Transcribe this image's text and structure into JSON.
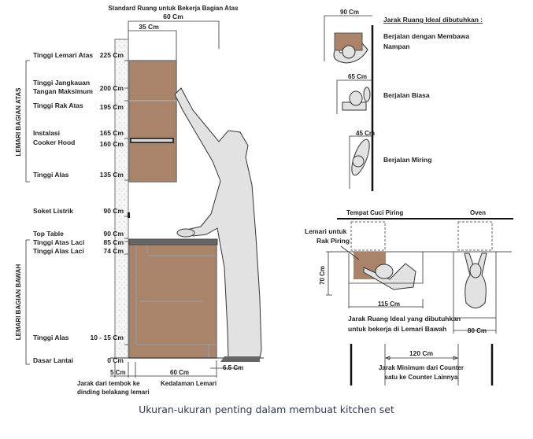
{
  "elevation": {
    "top_title": "Standard Ruang untuk Bekerja Bagian Atas",
    "dim_60_top": "60 Cm",
    "dim_35_top": "35 Cm",
    "upper_group": "LEMARI BAGIAN ATAS",
    "lower_group": "LEMARI BAGIAN BAWAH",
    "levels": [
      {
        "label": "Tinggi Lemari Atas",
        "value": "225 Cm"
      },
      {
        "label": "Tinggi Jangkauan",
        "label2": "Tangan Maksimum",
        "value": "200 Cm"
      },
      {
        "label": "Tinggi Rak Atas",
        "value": "195 Cm"
      },
      {
        "label": "Instalasi",
        "label2": "Cooker Hood",
        "value": "165 Cm",
        "value2": "160 Cm"
      },
      {
        "label": "Tinggi Alas",
        "value": "135 Cm"
      },
      {
        "label": "Soket Listrik",
        "value": "90 Cm"
      },
      {
        "label": "Top Table",
        "value": "90 Cm"
      },
      {
        "label": "Tinggi Atas Laci",
        "value": "85 Cm"
      },
      {
        "label": "Tinggi Alas Laci",
        "value": "74 Cm"
      },
      {
        "label": "Tinggi Alas",
        "value": "10 - 15 Cm"
      },
      {
        "label": "Dasar Lantai",
        "value": "0 Cm"
      }
    ],
    "dim_5": "5 Cm",
    "dim_60_bottom": "60 Cm",
    "dim_6_5": "6.5 Cm",
    "wall_gap_caption": "Jarak dari tembok ke",
    "wall_gap_caption2": "dinding belakang lemari",
    "depth_caption": "Kedalaman Lemari"
  },
  "aisle": {
    "title": "Jarak Ruang Ideal dibutuhkan :",
    "items": [
      {
        "dim": "90 Cm",
        "label": "Berjalan dengan Membawa",
        "label2": "Nampan"
      },
      {
        "dim": "65 Cm",
        "label": "Berjalan Biasa"
      },
      {
        "dim": "45 Cm",
        "label": "Berjalan Miring"
      }
    ]
  },
  "plan": {
    "sink": "Tempat Cuci Piring",
    "oven": "Oven",
    "rack": "Lemari untuk",
    "rack2": "Rak Piring",
    "dim_70": "70 Cm",
    "dim_115": "115 Cm",
    "dim_80": "80 Cm",
    "work_caption": "Jarak Ruang Ideal yang dibutuhkan",
    "work_caption2": "untuk bekerja di Lemari Bawah",
    "dim_120": "120 Cm",
    "min_caption": "Jarak Minimum dari Counter",
    "min_caption2": "satu ke Counter Lainnya"
  },
  "caption": "Ukuran-ukuran penting dalam membuat kitchen set",
  "colors": {
    "wood": "#a9836a",
    "body": "#e2e2e2"
  }
}
